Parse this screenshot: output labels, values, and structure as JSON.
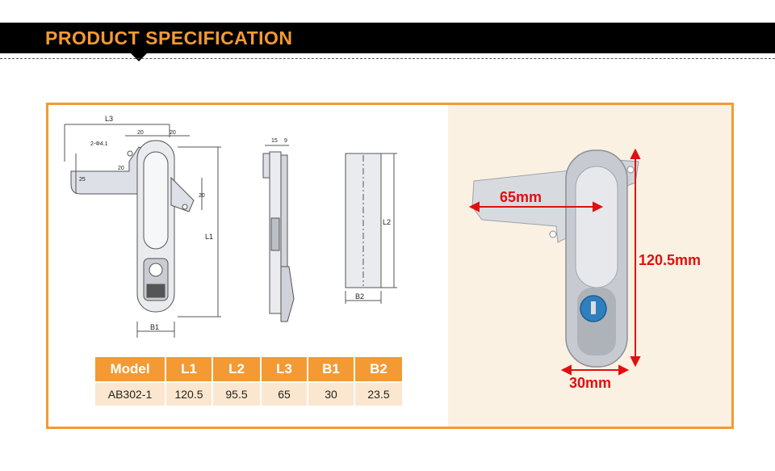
{
  "header": {
    "title": "PRODUCT SPECIFICATION"
  },
  "drawing": {
    "front_labels": {
      "l3": "L3",
      "l1": "L1",
      "b1": "B1",
      "dim_20a": "20",
      "dim_20b": "20",
      "dim_20c": "20",
      "dim_20d": "20",
      "dim_25": "25",
      "hole": "2-Φ4.1"
    },
    "side_labels": {
      "dim_15": "15",
      "dim_9": "9"
    },
    "block_labels": {
      "l2": "L2",
      "b2": "B2"
    }
  },
  "spec_table": {
    "headers": [
      "Model",
      "L1",
      "L2",
      "L3",
      "B1",
      "B2"
    ],
    "rows": [
      [
        "AB302-1",
        "120.5",
        "95.5",
        "65",
        "30",
        "23.5"
      ]
    ]
  },
  "photo_labels": {
    "width": "65mm",
    "height": "120.5mm",
    "body_width": "30mm"
  },
  "colors": {
    "accent": "#f39a34",
    "arrow": "#e01010",
    "photo_bg": "#fbf1e2"
  }
}
